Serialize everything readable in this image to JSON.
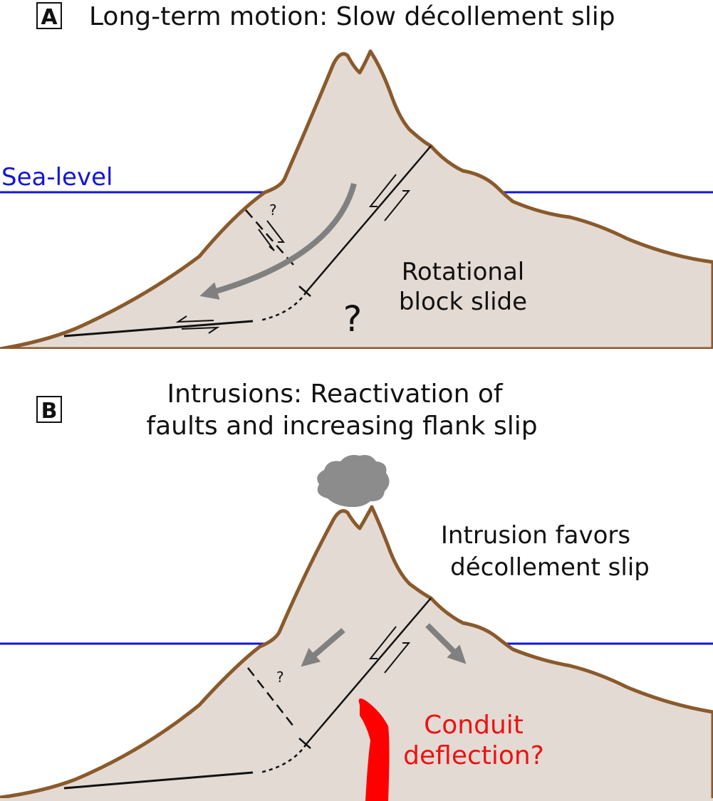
{
  "panel_a": {
    "letter": "A",
    "title": "Long-term motion: Slow décollement slip",
    "sea_level_label": "Sea-level",
    "question_mark_small": "?",
    "slide_label_line1": "Rotational",
    "slide_label_line2": "block slide",
    "question_mark_large": "?"
  },
  "panel_b": {
    "letter": "B",
    "title_line1": "Intrusions: Reactivation of",
    "title_line2": "faults and increasing flank slip",
    "intrusion_label_line1": "Intrusion favors",
    "intrusion_label_line2": "décollement slip",
    "question_mark_small": "?",
    "conduit_label_line1": "Conduit",
    "conduit_label_line2": "deflection?"
  },
  "colors": {
    "edifice_fill": "#e3dad3",
    "edifice_outline": "#8a5a2c",
    "sea_level": "#1414d8",
    "arrow": "#808080",
    "plume": "#8c8c8c",
    "conduit": "#ff0000"
  }
}
